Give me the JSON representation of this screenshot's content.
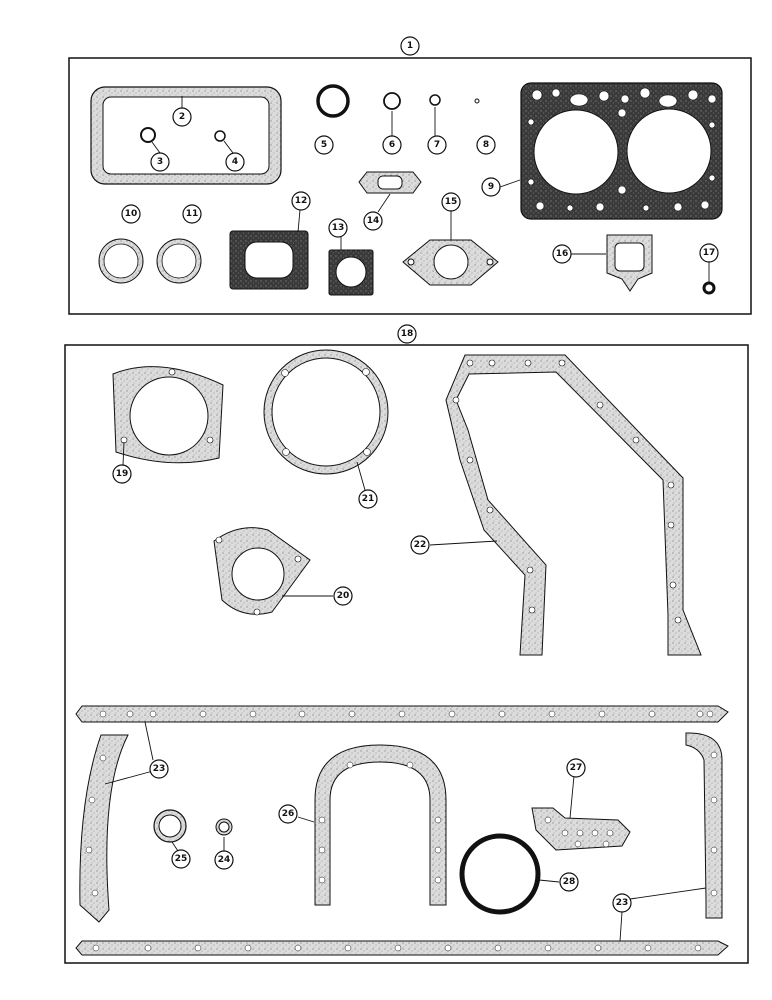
{
  "colors": {
    "ink": "#111111",
    "gasket_fill": "#d9d9d9",
    "dark_gasket_fill": "#3a3a3a",
    "background": "#ffffff"
  },
  "callouts": {
    "c1": "1",
    "c2": "2",
    "c3": "3",
    "c4": "4",
    "c5": "5",
    "c6": "6",
    "c7": "7",
    "c8": "8",
    "c9": "9",
    "c10": "10",
    "c11": "11",
    "c12": "12",
    "c13": "13",
    "c14": "14",
    "c15": "15",
    "c16": "16",
    "c17": "17",
    "c18": "18",
    "c19": "19",
    "c20": "20",
    "c21": "21",
    "c22": "22",
    "c23a": "23",
    "c23b": "23",
    "c24": "24",
    "c25": "25",
    "c26": "26",
    "c27": "27",
    "c28": "28"
  }
}
